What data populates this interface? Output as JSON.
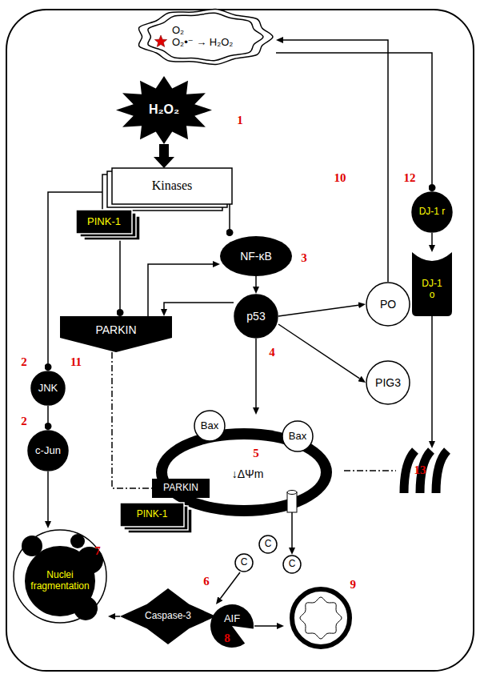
{
  "diagram": {
    "nodes": [
      {
        "text": [
          "O₂",
          "O₂•⁻ → H₂O₂"
        ]
      },
      {
        "text": [
          "H₂O₂"
        ]
      },
      {
        "text": [
          "Kinases"
        ]
      },
      {
        "text": [
          "PINK-1"
        ]
      },
      {
        "text": [
          "JNK"
        ]
      },
      {
        "text": [
          "c-Jun"
        ]
      },
      {
        "text": [
          "NF-κB"
        ]
      },
      {
        "text": [
          "p53"
        ]
      },
      {
        "text": [
          "PO"
        ]
      },
      {
        "text": [
          "PIG3"
        ]
      },
      {
        "text": [
          "PARKIN"
        ]
      },
      {
        "text": [
          "DJ-1 r"
        ]
      },
      {
        "text": [
          "DJ-1 o"
        ]
      },
      {
        "text": [
          "↓ΔΨm"
        ]
      },
      {
        "text": [
          "Bax"
        ],
        "in": 13
      },
      {
        "text": [
          "Bax"
        ],
        "in": 13
      },
      {
        "text": [
          "PARKIN"
        ],
        "in": 13
      },
      {
        "text": [
          "PINK-1"
        ],
        "in": 13
      },
      {
        "text": [
          "C"
        ]
      },
      {
        "text": [
          "C"
        ]
      },
      {
        "text": [
          "C"
        ]
      },
      {
        "text": [
          "Caspase-3"
        ]
      },
      {
        "text": [
          "Nuclei fragmentation"
        ]
      },
      {
        "text": [
          "AIF"
        ]
      },
      {
        "text": [
          "9"
        ]
      },
      {
        "text": [
          "13"
        ]
      }
    ],
    "edges": [
      {
        "from": 1,
        "to": 2,
        "arrow": "to"
      },
      {
        "from": 2,
        "to": 4,
        "arrow": "to"
      },
      {
        "from": 4,
        "to": 5,
        "arrow": "to"
      },
      {
        "from": 5,
        "to": 22,
        "arrow": "to"
      },
      {
        "from": 2,
        "to": 6,
        "arrow": "to"
      },
      {
        "from": 3,
        "to": 10,
        "arrow": "to"
      },
      {
        "from": 6,
        "to": 7,
        "arrow": "to"
      },
      {
        "from": 7,
        "to": 8,
        "arrow": "to"
      },
      {
        "from": 7,
        "to": 9,
        "arrow": "to"
      },
      {
        "from": 10,
        "to": 6,
        "arrow": "to"
      },
      {
        "from": 7,
        "to": 10,
        "arrow": "to"
      },
      {
        "from": 7,
        "to": 13,
        "arrow": "to"
      },
      {
        "from": 8,
        "to": 0,
        "arrow": "to"
      },
      {
        "from": 0,
        "to": 11,
        "arrow": "to"
      },
      {
        "from": 11,
        "to": 12,
        "arrow": "to"
      },
      {
        "from": 12,
        "to": 25,
        "arrow": "to"
      },
      {
        "from": 10,
        "to": 16,
        "arrow": "none"
      },
      {
        "from": 13,
        "to": 25,
        "arrow": "none"
      },
      {
        "from": 13,
        "to": 20,
        "arrow": "to"
      },
      {
        "from": 19,
        "to": 21,
        "arrow": "to"
      },
      {
        "from": 21,
        "to": 22,
        "arrow": "to"
      },
      {
        "from": 23,
        "to": 24,
        "arrow": "to"
      }
    ],
    "labels": [
      "1",
      "2",
      "2",
      "3",
      "4",
      "5",
      "6",
      "7",
      "8",
      "10",
      "11",
      "12"
    ]
  }
}
